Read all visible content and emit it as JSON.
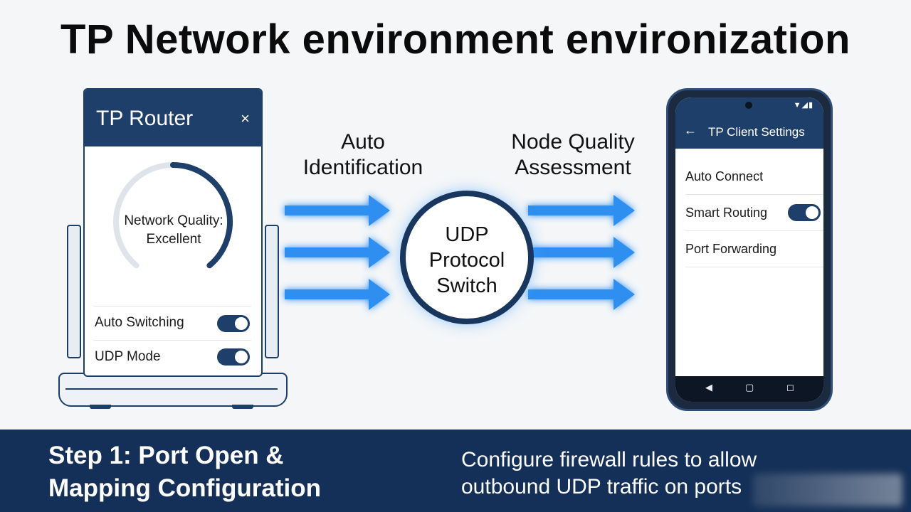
{
  "title": "TP Network environment environization",
  "router": {
    "title": "TP Router",
    "close_icon": "×",
    "gauge_label_line1": "Network Quality:",
    "gauge_label_line2": "Excellent",
    "gauge_level": 0.65,
    "settings": [
      {
        "label": "Auto Switching",
        "enabled": true
      },
      {
        "label": "UDP Mode",
        "enabled": true
      }
    ]
  },
  "flow": {
    "left_label_line1": "Auto",
    "left_label_line2": "Identification",
    "right_label_line1": "Node Quality",
    "right_label_line2": "Assessment",
    "center_line1": "UDP",
    "center_line2": "Protocol",
    "center_line3": "Switch",
    "arrow_color": "#2f8ff0",
    "glow_color": "#8cc8ff"
  },
  "phone": {
    "status_icons": "▼◢▮",
    "back_icon": "←",
    "title": "TP Client Settings",
    "items": [
      {
        "label": "Auto Connect"
      },
      {
        "label": "Smart Routing",
        "toggle": true
      },
      {
        "label": "Port Forwarding"
      }
    ],
    "nav": {
      "back": "◀",
      "home": "▢",
      "recent": "◻"
    }
  },
  "banner": {
    "step_line1": "Step 1: Port Open &",
    "step_line2": "Mapping Configuration",
    "desc_line1": "Configure firewall rules to allow",
    "desc_line2": "outbound UDP traffic on ports"
  },
  "colors": {
    "navy": "#1f3f6b",
    "banner": "#153058",
    "accent_blue": "#2f8ff0"
  }
}
